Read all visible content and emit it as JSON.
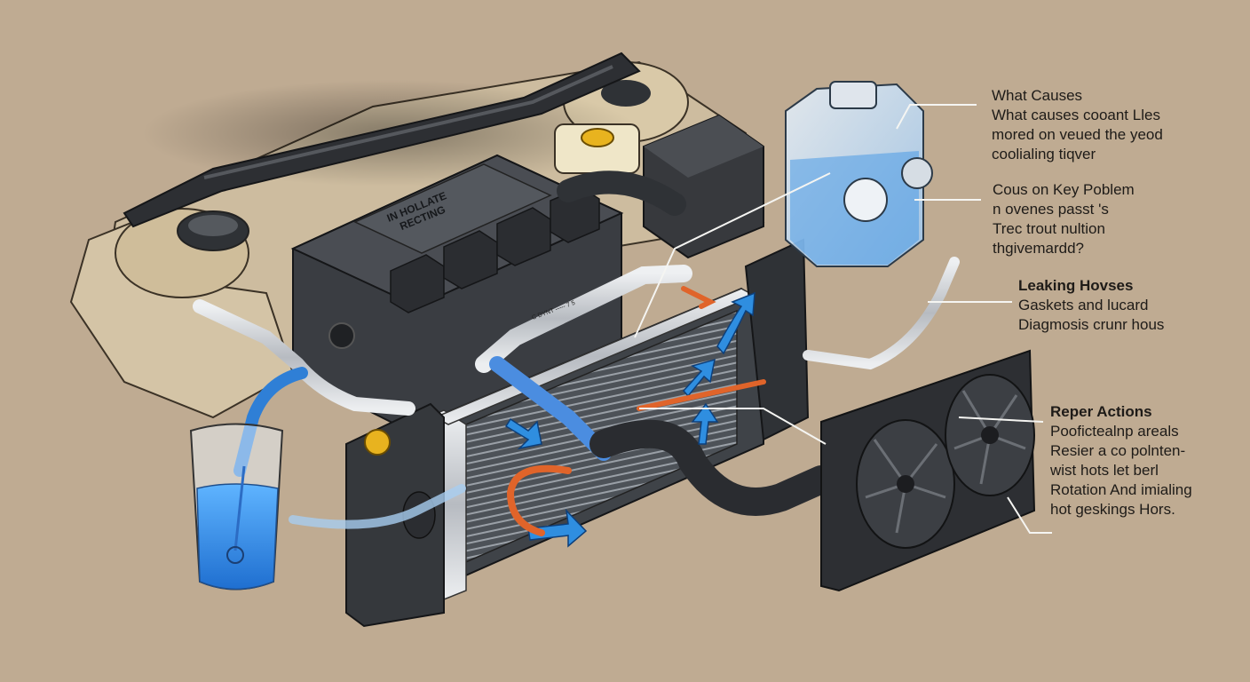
{
  "engine_badge": {
    "line1": "IN HOLLATE",
    "line2": "RECTING"
  },
  "hose_marking": "C DYNT ----- 7 5",
  "callouts": {
    "what_causes": {
      "title": "What Causes",
      "lines": [
        "What causes cooant Lles",
        "mored on veued the yeod",
        "coolialing tiqver"
      ]
    },
    "key_problem": {
      "title": "Cous on Key Poblem",
      "lines": [
        "n ovenes passt 's",
        "Trec trout nultion",
        "thgivemardd?"
      ]
    },
    "leaking_hoses": {
      "title": "Leaking Hovses",
      "lines": [
        "Gaskets and lucard",
        "Diagmosis crunr hous"
      ]
    },
    "repair_actions": {
      "title": "Reper Actions",
      "lines": [
        "Poofictealnp areals",
        "Resier a co polnten-",
        "wist hots let berl",
        "Rotation And imialing",
        "hot geskings Hors."
      ]
    }
  },
  "colors": {
    "background": "#bfab92",
    "coolant_blue": "#2f8ee0",
    "hot_flow_orange": "#e0642a",
    "engine_dark": "#3a3d42",
    "chrome": "#c9ccd0"
  },
  "icons": [
    "coolant-reservoir-icon",
    "radiator-icon",
    "cooling-fan-icon",
    "coolant-glass-icon",
    "flow-arrow-icon"
  ]
}
